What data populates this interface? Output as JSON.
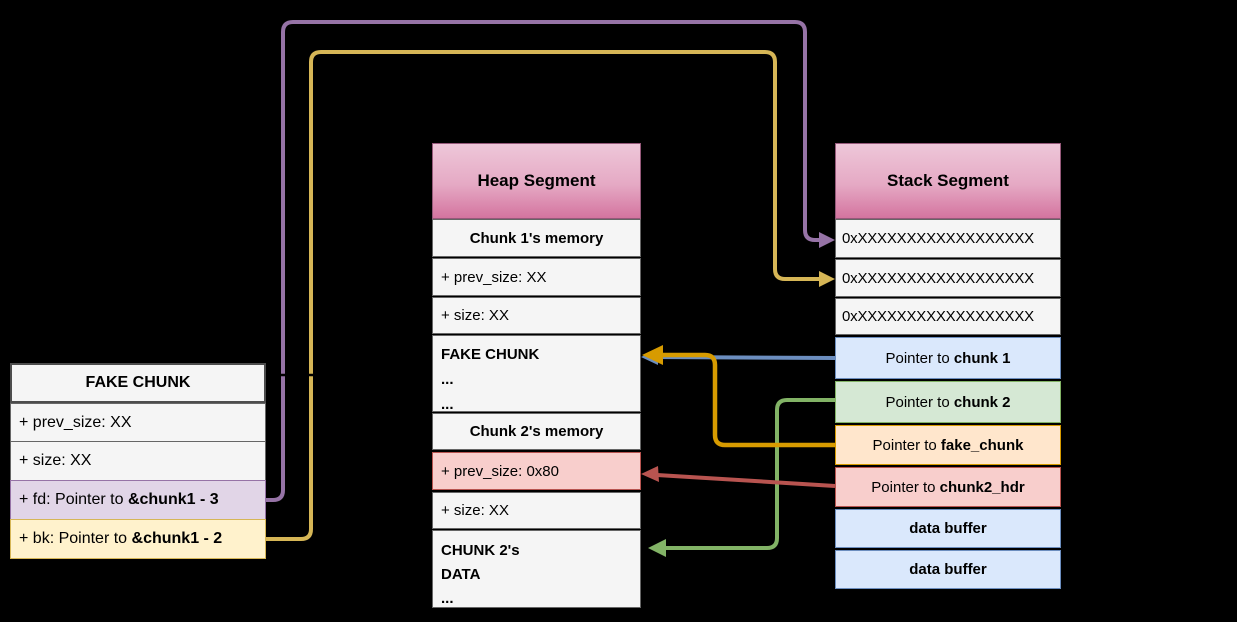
{
  "fake_chunk": {
    "title": "FAKE CHUNK",
    "rows": [
      {
        "text": "+ prev_size: XX"
      },
      {
        "text": "+ size: XX"
      },
      {
        "prefix": "+ fd: Pointer to ",
        "bold": "&chunk1 - 3"
      },
      {
        "prefix": "+ bk: Pointer to ",
        "bold": "&chunk1 - 2"
      }
    ]
  },
  "heap": {
    "title": "Heap Segment",
    "rows": [
      {
        "text": "Chunk 1's memory"
      },
      {
        "text": "+ prev_size: XX"
      },
      {
        "text": "+ size: XX"
      },
      {
        "lines": [
          "FAKE CHUNK",
          "...",
          "..."
        ]
      },
      {
        "text": "Chunk 2's memory"
      },
      {
        "text": "+ prev_size: 0x80"
      },
      {
        "text": "+ size: XX"
      },
      {
        "lines": [
          "CHUNK 2's",
          "DATA",
          "..."
        ]
      }
    ]
  },
  "stack": {
    "title": "Stack Segment",
    "rows": [
      {
        "text": "0xXXXXXXXXXXXXXXXXXX"
      },
      {
        "text": "0xXXXXXXXXXXXXXXXXXX"
      },
      {
        "text": "0xXXXXXXXXXXXXXXXXXX"
      },
      {
        "prefix": "Pointer to ",
        "bold": "chunk 1"
      },
      {
        "prefix": "Pointer to ",
        "bold": "chunk 2"
      },
      {
        "prefix": "Pointer to ",
        "bold": "fake_chunk"
      },
      {
        "prefix": "Pointer to ",
        "bold": "chunk2_hdr"
      },
      {
        "text": "data buffer"
      },
      {
        "text": "data buffer"
      }
    ]
  },
  "arrows": {
    "fd_pointer": {
      "color": "#9673a6"
    },
    "bk_pointer": {
      "color": "#d6b656"
    },
    "fake_chunk_link": {
      "color": "#000000"
    },
    "chunk1_pointer": {
      "color": "#6c8ebf"
    },
    "chunk2_pointer": {
      "color": "#82b366"
    },
    "fake_chunk_pointer": {
      "color": "#d79b00"
    },
    "chunk2_hdr_pointer": {
      "color": "#b85450"
    }
  },
  "colors": {
    "background": "#000000",
    "cell_gray_fill": "#f5f5f5",
    "cell_gray_border": "#666666",
    "purple_fill": "#e1d5e7",
    "purple_stroke": "#9673a6",
    "yellow_fill": "#fff2cc",
    "yellow_stroke": "#d6b656",
    "blue_fill": "#dae8fc",
    "blue_stroke": "#6c8ebf",
    "green_fill": "#d5e8d4",
    "green_stroke": "#82b366",
    "orange_fill": "#ffe6cc",
    "orange_stroke": "#d79b00",
    "red_fill": "#f8cecc",
    "red_stroke": "#b85450",
    "header_gradient_top": "#eec7d9",
    "header_gradient_bottom": "#d4749f",
    "header_border": "#96597a"
  }
}
